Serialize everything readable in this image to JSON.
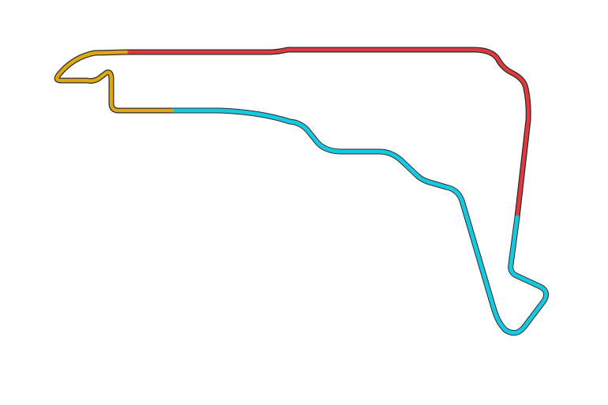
{
  "map": {
    "sectors": [
      {
        "id": "sector-1",
        "color": "#e03a3e"
      },
      {
        "id": "sector-2",
        "color": "#17c9e0"
      },
      {
        "id": "sector-3",
        "color": "#e0a80f"
      }
    ],
    "outline_color": "#2b2b2b"
  }
}
